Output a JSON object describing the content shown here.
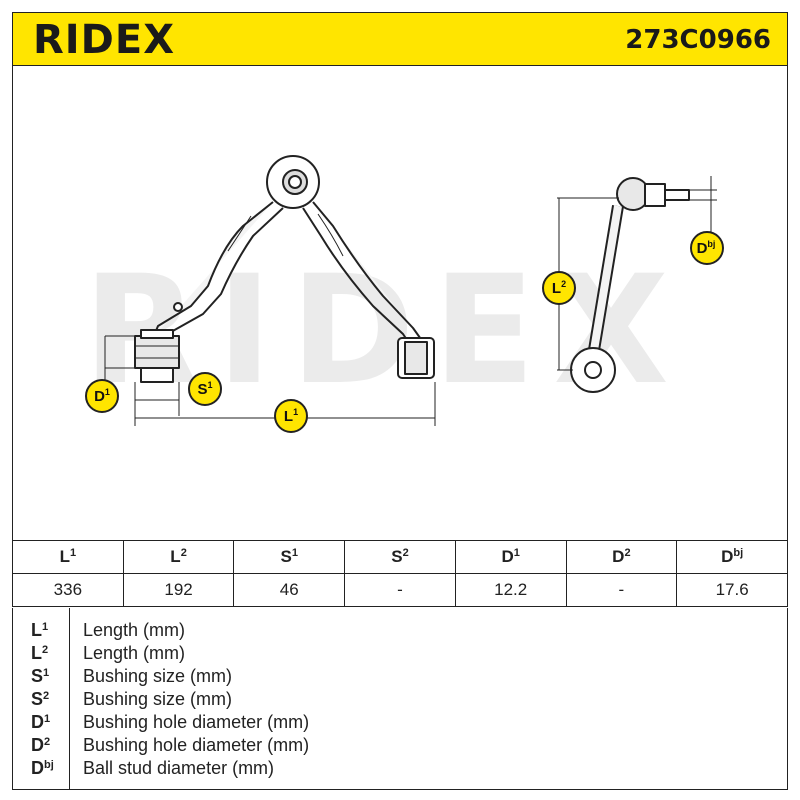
{
  "header": {
    "brand": "RIDEX",
    "part_number": "273C0966"
  },
  "watermark": "RIDEX",
  "diagram_labels": {
    "d1": {
      "base": "D",
      "sup": "1"
    },
    "s1": {
      "base": "S",
      "sup": "1"
    },
    "l1": {
      "base": "L",
      "sup": "1"
    },
    "l2": {
      "base": "L",
      "sup": "2"
    },
    "dbj": {
      "base": "D",
      "sup": "bj"
    }
  },
  "spec_table": {
    "headers": [
      {
        "base": "L",
        "sup": "1"
      },
      {
        "base": "L",
        "sup": "2"
      },
      {
        "base": "S",
        "sup": "1"
      },
      {
        "base": "S",
        "sup": "2"
      },
      {
        "base": "D",
        "sup": "1"
      },
      {
        "base": "D",
        "sup": "2"
      },
      {
        "base": "D",
        "sup": "bj"
      }
    ],
    "values": [
      "336",
      "192",
      "46",
      "-",
      "12.2",
      "-",
      "17.6"
    ]
  },
  "legend": [
    {
      "base": "L",
      "sup": "1",
      "desc": "Length (mm)"
    },
    {
      "base": "L",
      "sup": "2",
      "desc": "Length (mm)"
    },
    {
      "base": "S",
      "sup": "1",
      "desc": "Bushing size (mm)"
    },
    {
      "base": "S",
      "sup": "2",
      "desc": "Bushing size (mm)"
    },
    {
      "base": "D",
      "sup": "1",
      "desc": "Bushing hole diameter (mm)"
    },
    {
      "base": "D",
      "sup": "2",
      "desc": "Bushing hole diameter (mm)"
    },
    {
      "base": "D",
      "sup": "bj",
      "desc": "Ball stud diameter (mm)"
    }
  ],
  "colors": {
    "brand_yellow": "#FFE500",
    "line": "#222222",
    "watermark": "#EBEBEB"
  }
}
